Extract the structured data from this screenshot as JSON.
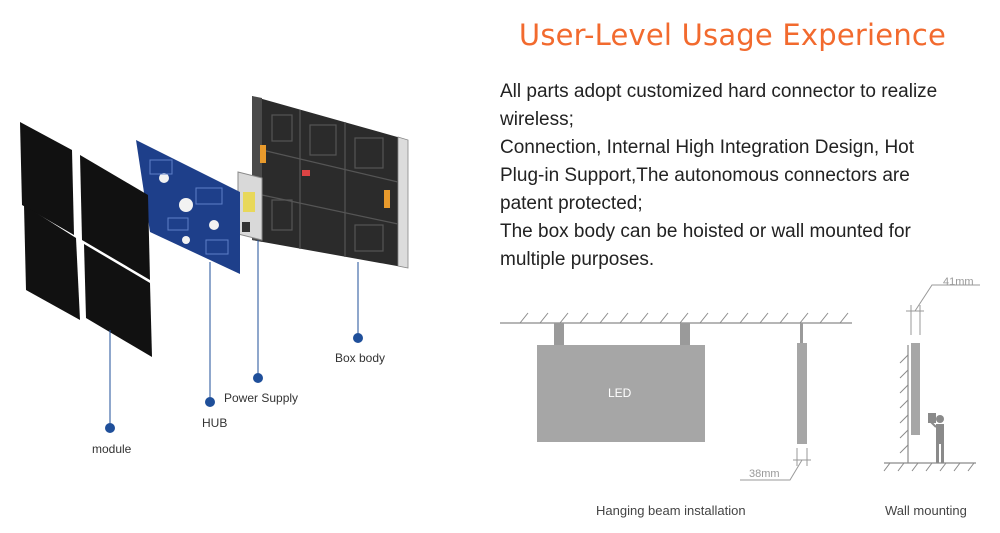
{
  "title": "User-Level Usage Experience",
  "description": [
    "All parts adopt customized hard connector to realize",
    "wireless;",
    "Connection, Internal High Integration Design, Hot",
    "Plug-in Support,The autonomous connectors are",
    "patent protected;",
    "The box body can be hoisted or wall mounted for",
    "multiple purposes."
  ],
  "exploded_view": {
    "labels": {
      "module": "module",
      "hub": "HUB",
      "power_supply": "Power Supply",
      "box_body": "Box body"
    },
    "pointer_color": "#1f4f9a"
  },
  "installation": {
    "hanging_caption": "Hanging beam installation",
    "wall_caption": "Wall mounting",
    "led_label": "LED",
    "depth_hanging": "38mm",
    "depth_wall": "41mm"
  },
  "colors": {
    "title": "#f26a2e",
    "led_panel": "#a6a6a6",
    "line": "#8a8a8a"
  }
}
